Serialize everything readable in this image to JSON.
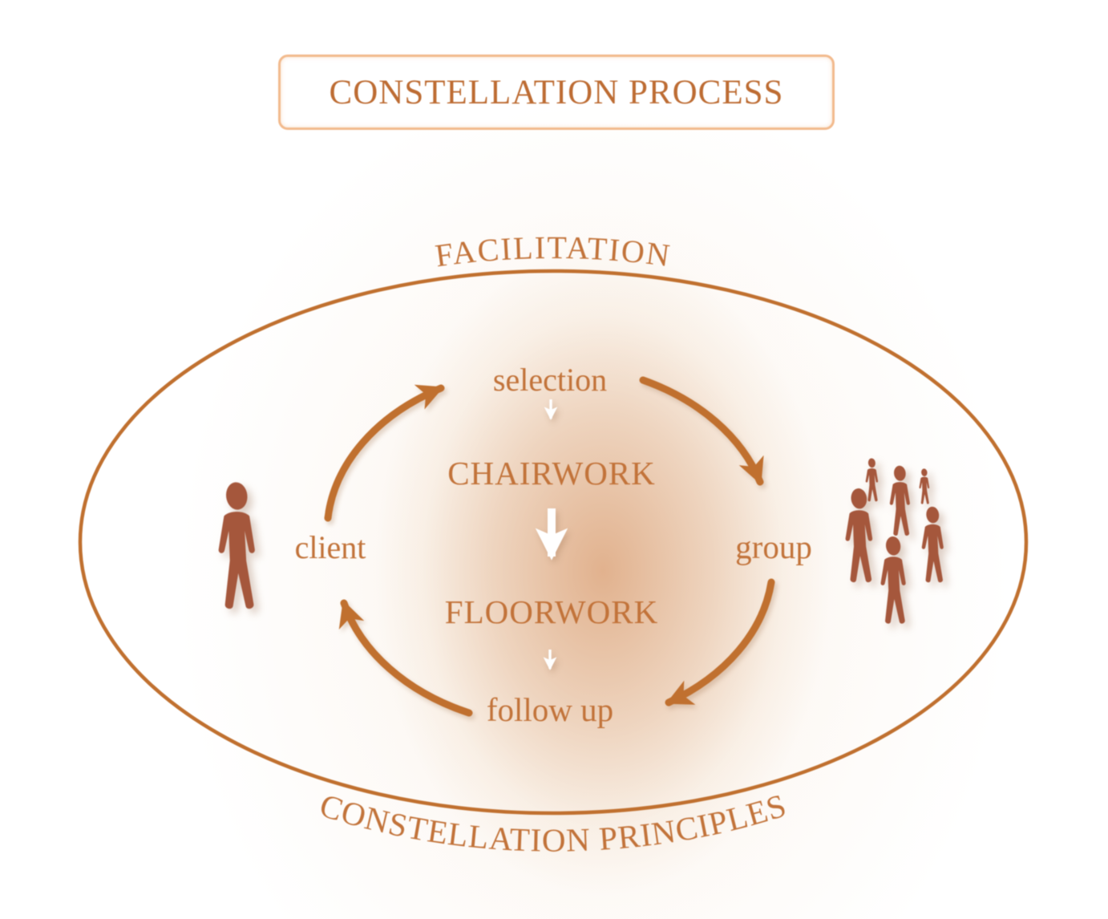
{
  "title": {
    "label": "CONSTELLATION PROCESS"
  },
  "diagram": {
    "top_arc_label": "FACILITATION",
    "bottom_arc_label": "CONSTELLATION PRINCIPLES",
    "cycle": {
      "selection": "selection",
      "chairwork": "CHAIRWORK",
      "floorwork": "FLOORWORK",
      "follow_up": "follow up",
      "client": "client",
      "group": "group"
    }
  },
  "colors": {
    "accent_orange": "#c0702f",
    "label_orange": "#c2733a",
    "figure_brown": "#a5573c",
    "title_border": "#f2ba8d",
    "center_glow": "#dfb394",
    "flow_arrow": "#ffffff"
  },
  "icons": {
    "client": "single-person-icon",
    "group": "people-group-icon"
  }
}
